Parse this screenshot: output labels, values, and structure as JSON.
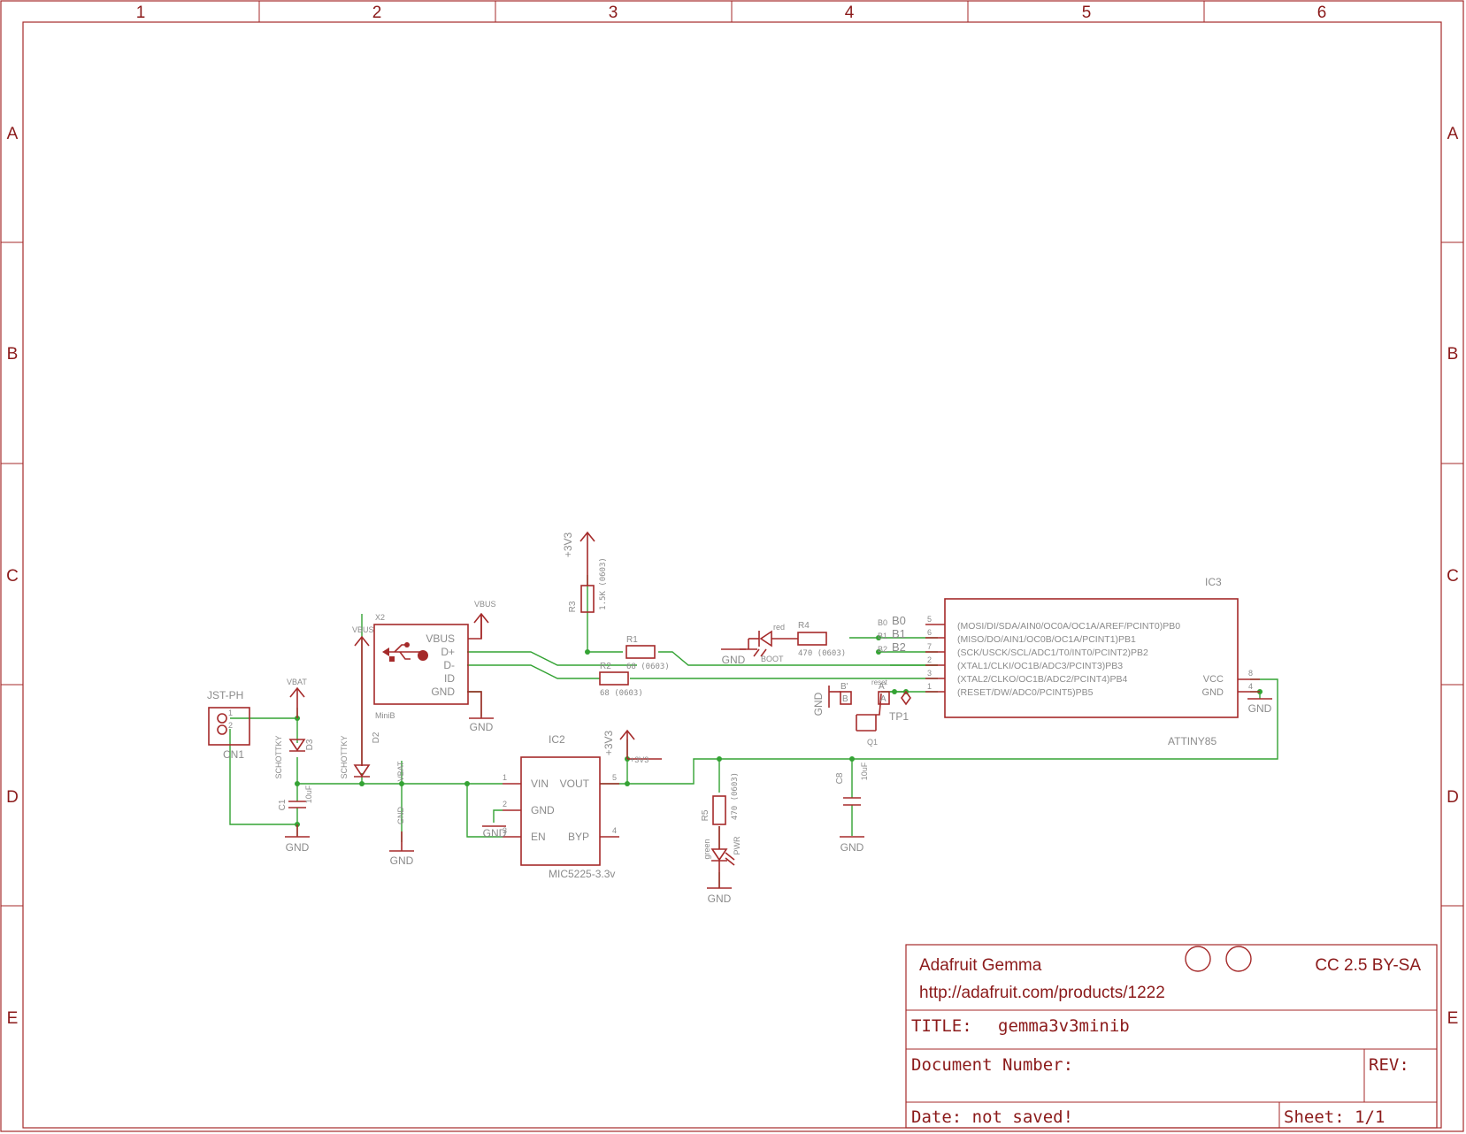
{
  "frame": {
    "columns": [
      "1",
      "2",
      "3",
      "4",
      "5",
      "6"
    ],
    "rows": [
      "A",
      "B",
      "C",
      "D",
      "E"
    ]
  },
  "title_block": {
    "company": "Adafruit Gemma",
    "url": "http://adafruit.com/products/1222",
    "license": "CC 2.5 BY-SA",
    "title_label": "TITLE:",
    "title_value": "gemma3v3minib",
    "doc_number_label": "Document Number:",
    "rev_label": "REV:",
    "date_label": "Date: not saved!",
    "sheet_label": "Sheet: 1/1"
  },
  "components": {
    "cn1": {
      "ref": "CN1",
      "value": "JST-PH",
      "pin1": "1",
      "pin2": "2"
    },
    "x2": {
      "ref": "X2",
      "value": "MiniB",
      "pins": [
        "VBUS",
        "D+",
        "D-",
        "ID",
        "GND"
      ]
    },
    "ic2": {
      "ref": "IC2",
      "value": "MIC5225-3.3v",
      "pins_left": [
        "VIN",
        "GND",
        "EN"
      ],
      "pins_right": [
        "VOUT",
        "BYP"
      ],
      "pin_numbers": [
        "1",
        "2",
        "3",
        "5",
        "4"
      ]
    },
    "ic3": {
      "ref": "IC3",
      "value": "ATTINY85",
      "pins": [
        {
          "num": "5",
          "name": "(MOSI/DI/SDA/AIN0/OC0A/OC1A/AREF/PCINT0)PB0"
        },
        {
          "num": "6",
          "name": "(MISO/DO/AIN1/OC0B/OC1A/PCINT1)PB1"
        },
        {
          "num": "7",
          "name": "(SCK/USCK/SCL/ADC1/T0/INT0/PCINT2)PB2"
        },
        {
          "num": "2",
          "name": "(XTAL1/CLKI/OC1B/ADC3/PCINT3)PB3"
        },
        {
          "num": "3",
          "name": "(XTAL2/CLKO/OC1B/ADC2/PCINT4)PB4"
        },
        {
          "num": "1",
          "name": "(RESET/DW/ADC0/PCINT5)PB5"
        }
      ],
      "power_pins": [
        {
          "num": "8",
          "name": "VCC"
        },
        {
          "num": "4",
          "name": "GND"
        }
      ]
    },
    "r1": {
      "ref": "R1",
      "value": "68 (0603)"
    },
    "r2": {
      "ref": "R2",
      "value": "68 (0603)"
    },
    "r3": {
      "ref": "R3",
      "value": "1.5K (0603)"
    },
    "r4": {
      "ref": "R4",
      "value": "470 (0603)"
    },
    "r5": {
      "ref": "R5",
      "value": "470 (0603)"
    },
    "c1": {
      "ref": "C1",
      "value": "10uF"
    },
    "c8": {
      "ref": "C8",
      "value": "10uF"
    },
    "d2": {
      "ref": "D2",
      "value": "SCHOTTKY"
    },
    "d3": {
      "ref": "D3",
      "value": "SCHOTTKY"
    },
    "led_boot": {
      "color": "red",
      "name": "BOOT"
    },
    "led_pwr": {
      "color": "green",
      "name": "PWR"
    },
    "q1": {
      "ref": "Q1",
      "label": "reset",
      "pad_a": "A",
      "pad_b": "B",
      "pad_a_prime": "A'",
      "pad_b_prime": "B'"
    },
    "tp1": {
      "ref": "TP1"
    }
  },
  "nets": {
    "gnd": "GND",
    "vbat": "VBAT",
    "vbus": "VBUS",
    "v3v3": "+3V3",
    "b0": "B0",
    "b1": "B1",
    "b2": "B2"
  }
}
